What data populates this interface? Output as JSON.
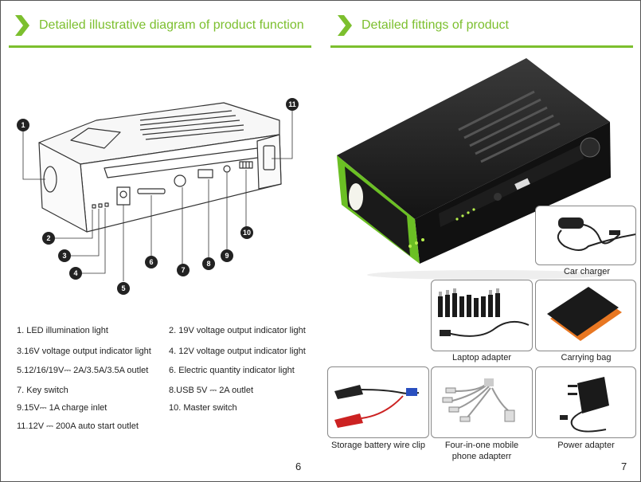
{
  "left_page": {
    "header_title": "Detailed illustrative diagram of product function",
    "callouts": [
      "1",
      "2",
      "3",
      "4",
      "5",
      "6",
      "7",
      "8",
      "9",
      "10",
      "11"
    ],
    "legend": [
      [
        "1. LED illumination light",
        "2. 19V voltage output indicator light"
      ],
      [
        "3.16V voltage output indicator light",
        "4. 12V voltage output indicator light"
      ],
      [
        "5.12/16/19V⎓ 2A/3.5A/3.5A outlet",
        "6. Electric quantity indicator light"
      ],
      [
        "7. Key switch",
        "8.USB 5V ⎓ 2A outlet"
      ],
      [
        "9.15V⎓ 1A charge inlet",
        "10. Master switch"
      ],
      [
        "11.12V ⎓ 200A auto start outlet",
        ""
      ]
    ],
    "page_number": "6"
  },
  "right_page": {
    "header_title": "Detailed fittings of product",
    "fittings": {
      "car_charger": "Car charger",
      "laptop_adapter": "Laptop adapter",
      "carrying_bag": "Carrying bag",
      "storage_clip": "Storage battery wire clip",
      "mobile_adapter_1": "Four-in-one mobile",
      "mobile_adapter_2": "phone adapterr",
      "power_adapter": "Power adapter"
    },
    "page_number": "7"
  },
  "colors": {
    "accent": "#7cbf2e",
    "device_body": "#1c1c1c",
    "bag_trim": "#e87722",
    "clip_red": "#cc2222"
  }
}
